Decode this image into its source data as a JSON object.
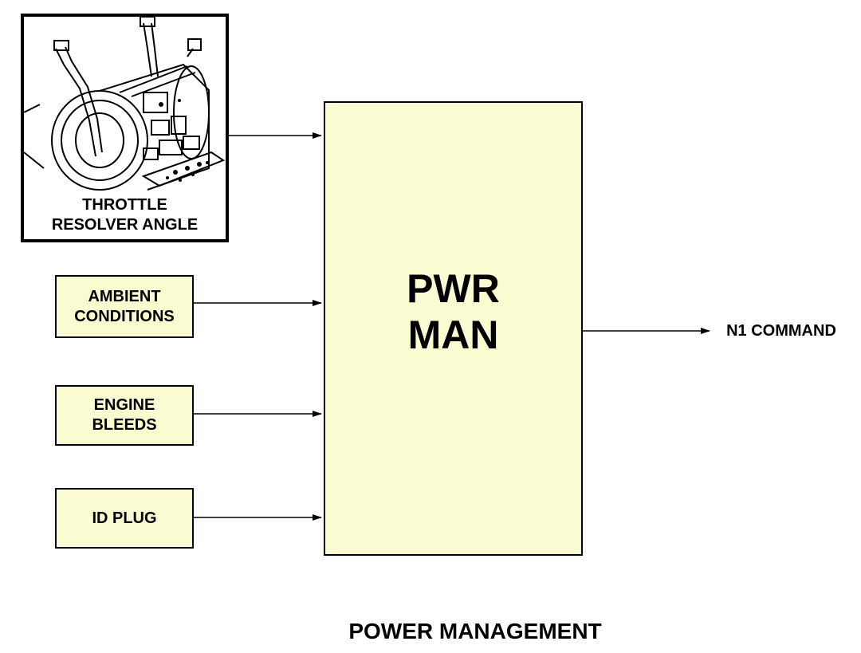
{
  "diagram": {
    "throttle": {
      "label": "THROTTLE\nRESOLVER ANGLE"
    },
    "inputs": [
      {
        "label": "AMBIENT\nCONDITIONS"
      },
      {
        "label": "ENGINE\nBLEEDS"
      },
      {
        "label": "ID PLUG"
      }
    ],
    "processor": {
      "label": "PWR\nMAN",
      "fill": "#fbfbd1"
    },
    "output": {
      "label": "N1 COMMAND"
    },
    "input_fill": "#fbfbd1",
    "caption": "POWER MANAGEMENT"
  }
}
